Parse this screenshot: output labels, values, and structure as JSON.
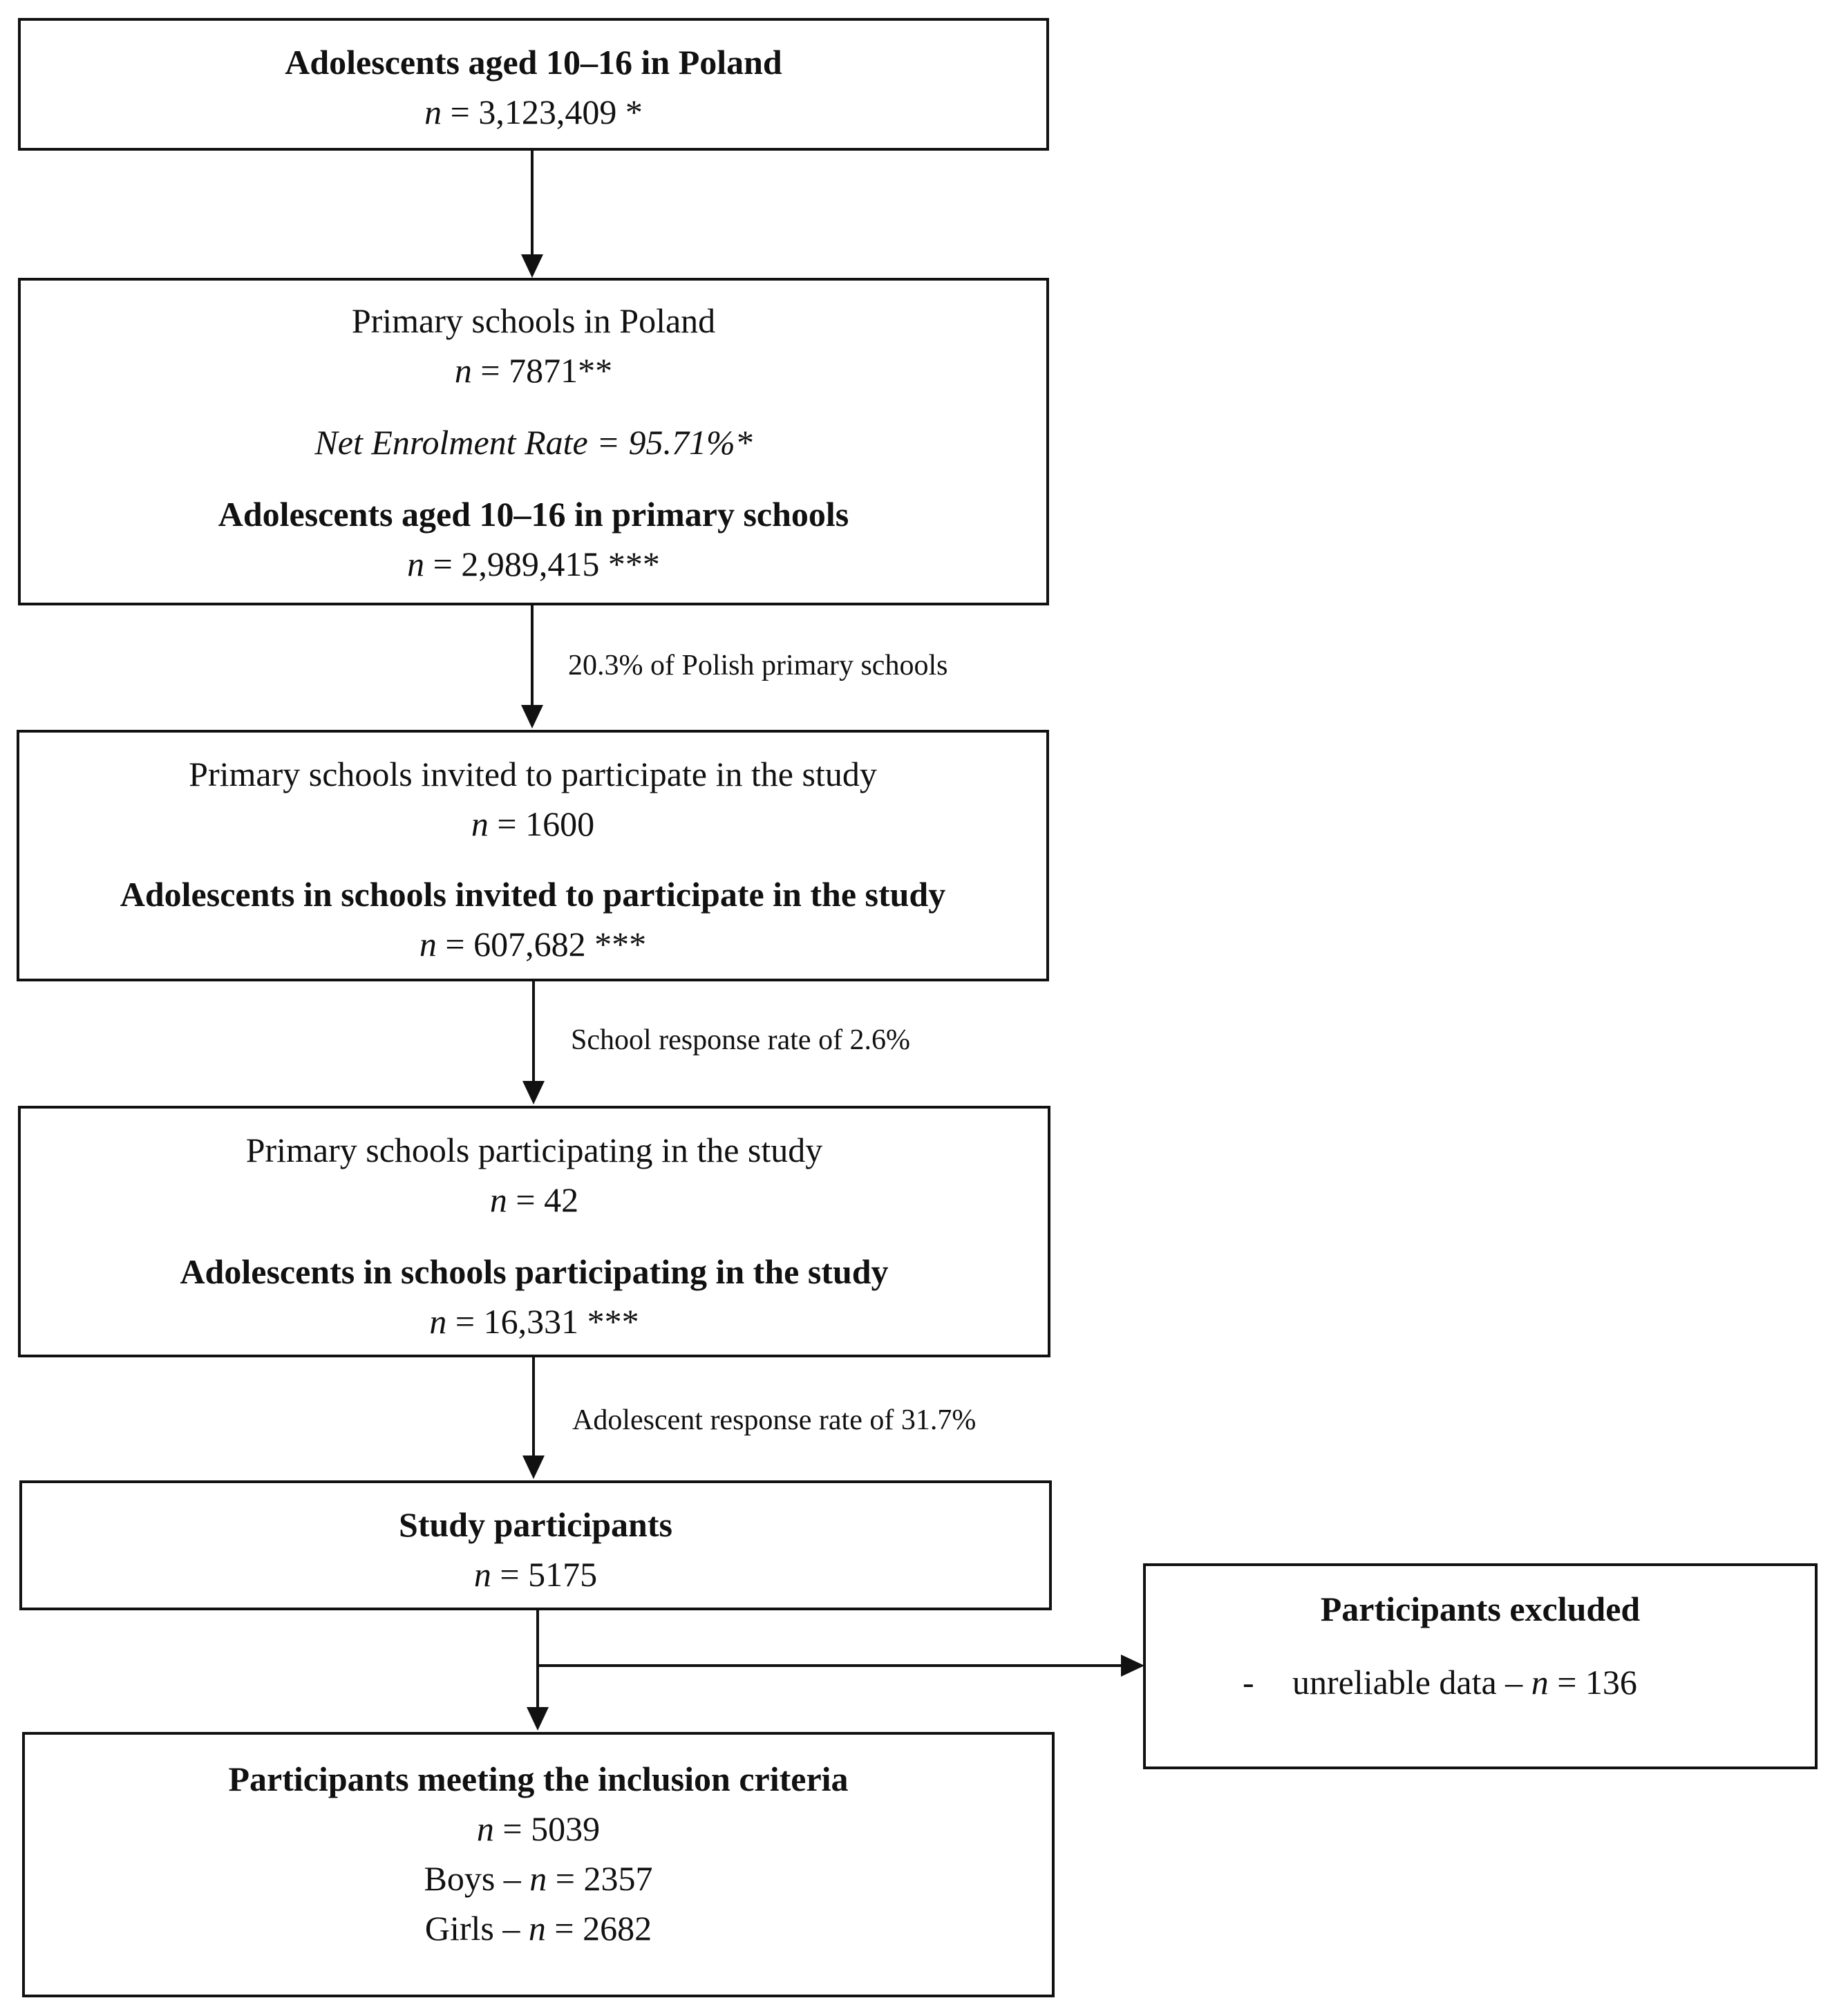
{
  "box1": {
    "title": "Adolescents aged 10–16 in Poland",
    "n_symbol": "n",
    "n_value": " = 3,123,409 *"
  },
  "box2": {
    "line1": "Primary schools in Poland",
    "n1_symbol": "n",
    "n1_value": " = 7871**",
    "rate_label": "Net Enrolment Rate",
    "rate_value": " = 95.71%*",
    "title": "Adolescents aged 10–16 in primary schools",
    "n2_symbol": "n",
    "n2_value": " = 2,989,415 ***"
  },
  "arrow2_label": "20.3% of Polish primary schools",
  "box3": {
    "line1": "Primary schools invited to participate in the study",
    "n1_symbol": "n",
    "n1_value": " = 1600",
    "title": "Adolescents in schools invited to participate in the study",
    "n2_symbol": "n",
    "n2_value": " = 607,682 ***"
  },
  "arrow3_label": "School response rate of 2.6%",
  "box4": {
    "line1": "Primary schools participating in the study",
    "n1_symbol": "n",
    "n1_value": " = 42",
    "title": "Adolescents in schools participating in the study",
    "n2_symbol": "n",
    "n2_value": " = 16,331 ***"
  },
  "arrow4_label": "Adolescent response rate of 31.7%",
  "box5": {
    "title": "Study participants",
    "n_symbol": "n",
    "n_value": " = 5175"
  },
  "excluded": {
    "title": "Participants excluded",
    "bullet": "-",
    "reason": "unreliable data – ",
    "n_symbol": "n",
    "n_value": " = 136"
  },
  "box6": {
    "title": "Participants meeting the inclusion criteria",
    "n_symbol": "n",
    "n_value": " = 5039",
    "boys_label": "Boys – ",
    "boys_symbol": "n",
    "boys_value": " = 2357",
    "girls_label": "Girls – ",
    "girls_symbol": "n",
    "girls_value": " = 2682"
  }
}
